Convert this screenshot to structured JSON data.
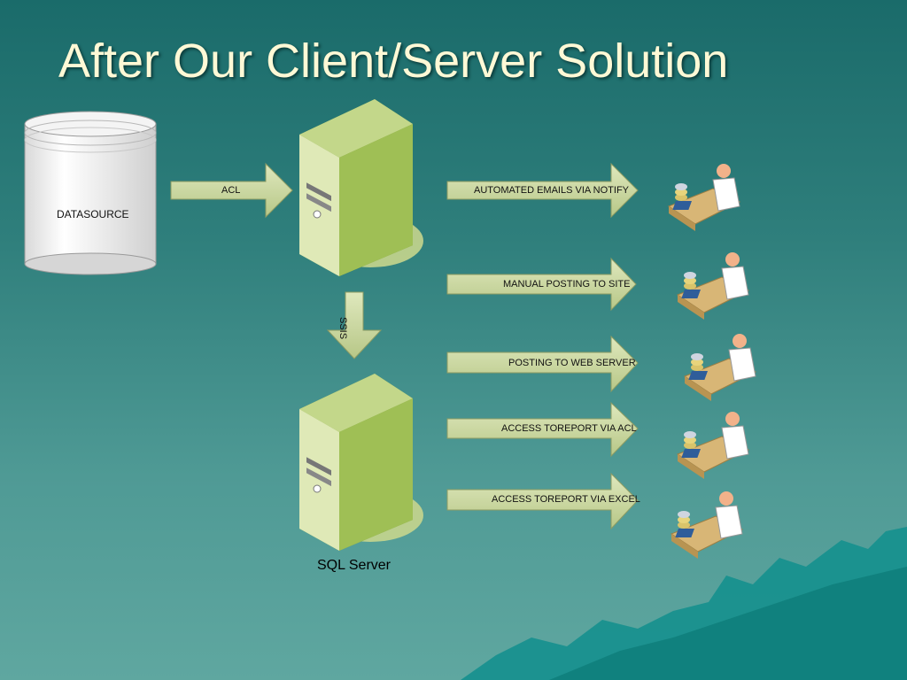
{
  "title": "After Our Client/Server Solution",
  "datasource_label": "DATASOURCE",
  "acl_label": "ACL",
  "ssis_label": "SSIS",
  "sql_server_label": "SQL Server",
  "outputs": [
    "AUTOMATED EMAILS VIA NOTIFY",
    "MANUAL POSTING TO SITE",
    "POSTING TO WEB SERVER",
    "ACCESS TOREPORT VIA ACL",
    "ACCESS TOREPORT VIA EXCEL"
  ],
  "colors": {
    "arrow_fill": "#c9d6a0",
    "server_green": "#9ab55a",
    "title_text": "#fff9d6"
  }
}
